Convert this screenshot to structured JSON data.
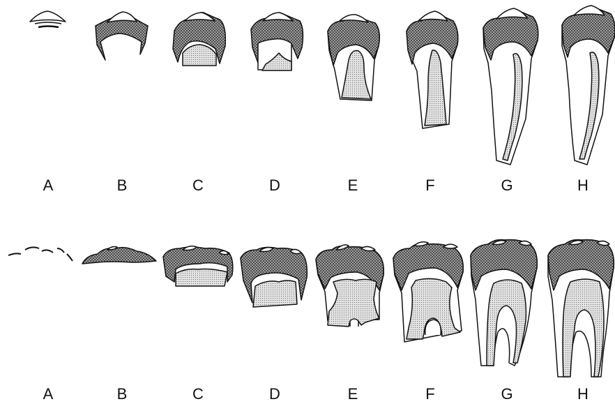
{
  "figure": {
    "rows": [
      {
        "tooth": "single-rooted",
        "labels": [
          "A",
          "B",
          "C",
          "D",
          "E",
          "F",
          "G",
          "H"
        ]
      },
      {
        "tooth": "two-rooted",
        "labels": [
          "A",
          "B",
          "C",
          "D",
          "E",
          "F",
          "G",
          "H"
        ]
      }
    ]
  },
  "colors": {
    "outline": "#111111",
    "enamel_fill": "#4a4a4a",
    "pulp_fill": "#8c8c8c",
    "background": "#ffffff"
  }
}
